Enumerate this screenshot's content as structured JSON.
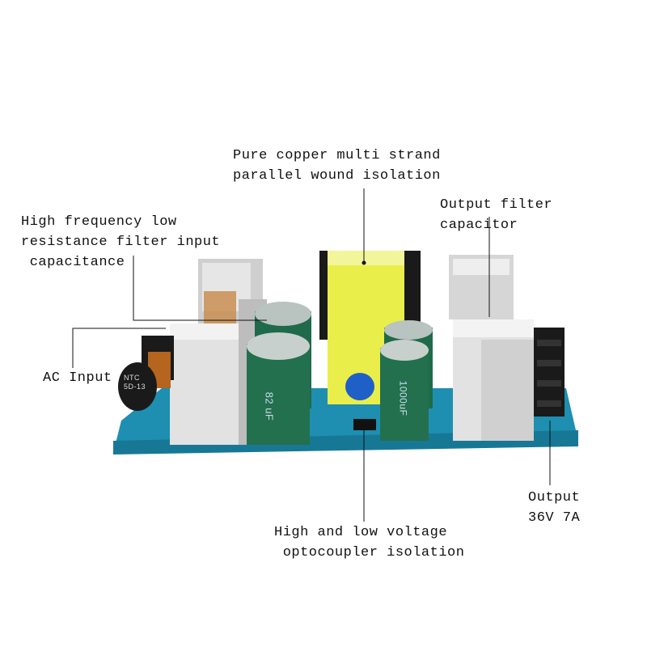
{
  "annotations": {
    "transformer": [
      "Pure copper multi strand",
      "parallel wound isolation"
    ],
    "output_cap": [
      "Output filter",
      "capacitor"
    ],
    "input_cap": [
      "High frequency low",
      "resistance filter input",
      " capacitance"
    ],
    "ac_input": "AC Input",
    "output": [
      "Output",
      "36V 7A"
    ],
    "optocoupler": [
      "High and low voltage",
      " optocoupler isolation"
    ]
  },
  "component_markings": {
    "ntc": [
      "NTC",
      "5D-13"
    ],
    "input_capacitor": "82 uF",
    "output_capacitor": "1000uF"
  },
  "colors": {
    "pcb": "#1e8fb0",
    "heatsink": "#d8d8d8",
    "capacitor": "#1f6a4a",
    "transformer": "#e9ee4a",
    "ntc": "#1a1a1a"
  }
}
